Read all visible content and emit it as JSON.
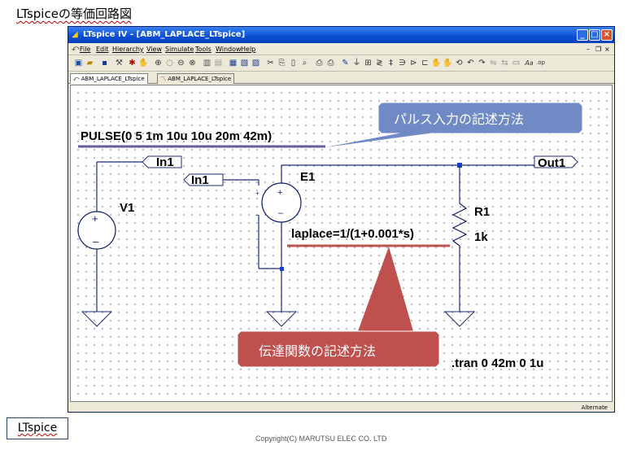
{
  "slide": {
    "title": "LTspiceの等価回路図",
    "logo": "LTspice",
    "copyright": "Copyright(C) MARUTSU ELEC CO. LTD"
  },
  "window": {
    "title": "LTspice IV - [ABM_LAPLACE_LTspice]",
    "menu": [
      "File",
      "Edit",
      "Hierarchy",
      "View",
      "Simulate",
      "Tools",
      "Window",
      "Help"
    ],
    "tabs": [
      "ABM_LAPLACE_LTspice",
      "ABM_LAPLACE_LTspice"
    ],
    "status": "Alternate"
  },
  "schematic": {
    "pulse_directive": "PULSE(0 5 1m 10u 10u 20m 42m)",
    "source_name": "V1",
    "label_in1_top": "In1",
    "label_in1_mid": "In1",
    "label_out1": "Out1",
    "e_source_name": "E1",
    "laplace_expr": "laplace=1/(1+0.001*s)",
    "resistor_name": "R1",
    "resistor_value": "1k",
    "tran_directive": ".tran 0 42m 0 1u",
    "plus_sign": "+",
    "minus_sign": "–"
  },
  "callouts": {
    "pulse_note": "パルス入力の記述方法",
    "transfer_note": "伝達関数の記述方法"
  },
  "colors": {
    "wire": "#1c2b73",
    "component": "#0f1b6e",
    "callout_blue": "#6f8ac4",
    "callout_red": "#c0504d",
    "underline_pulse": "#6b5a9e",
    "underline_laplace": "#c0504d"
  }
}
